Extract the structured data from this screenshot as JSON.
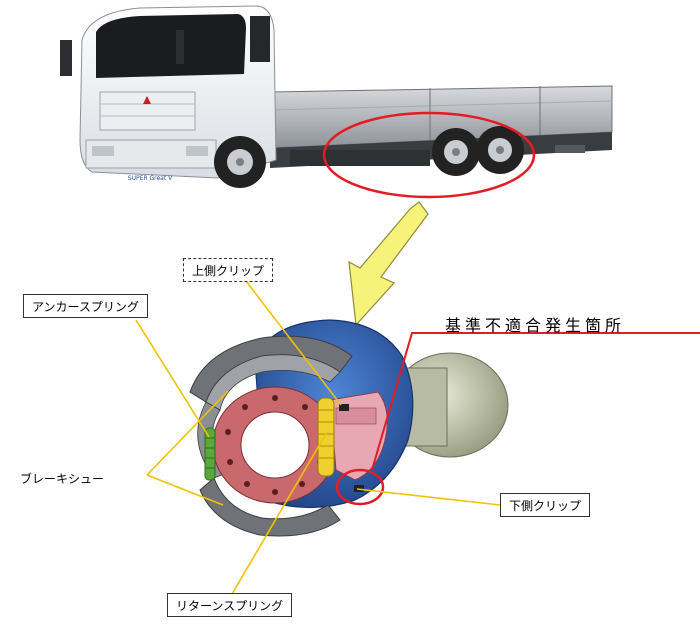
{
  "labels": {
    "upper_clip": "上側クリップ",
    "anchor_spring": "アンカースプリング",
    "brake_shoe": "ブレーキシュー",
    "lower_clip": "下側クリップ",
    "return_spring": "リターンスプリング",
    "nonconformity": "基準不適合発生箇所"
  },
  "truck": {
    "grille_badge": "SUPER Great V"
  },
  "colors": {
    "highlight_red": "#e31c23",
    "leader_yellow": "#f2c200",
    "arrow_yellow": "#f7f27a",
    "drum_blue": "#2d5fb3",
    "hub_red": "#c9696e",
    "spring_yellow": "#f0d030",
    "spring_green": "#5aa83c"
  }
}
